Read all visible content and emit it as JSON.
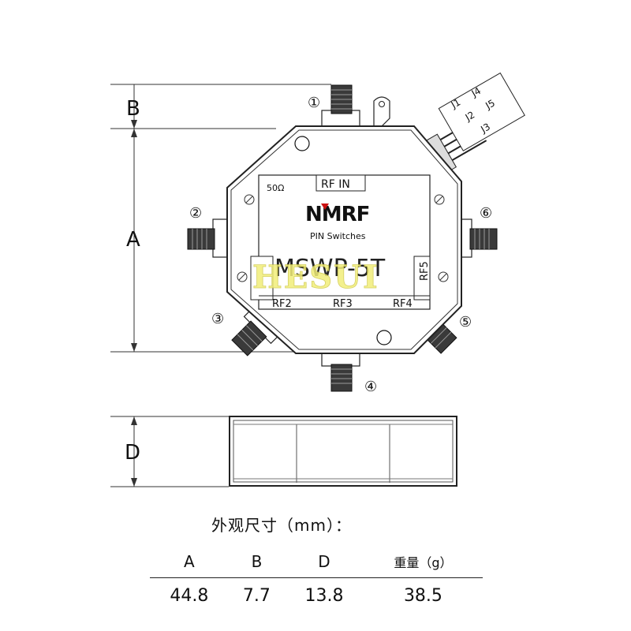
{
  "diagram": {
    "dimension_labels": {
      "a": "A",
      "b": "B",
      "d": "D"
    },
    "port_markers": [
      "①",
      "②",
      "③",
      "④",
      "⑤",
      "⑥"
    ],
    "control_pins": {
      "j1": "J1",
      "j2": "J2",
      "j3": "J3",
      "j4": "J4",
      "j5": "J5"
    },
    "label_plate": {
      "impedance": "50Ω",
      "rf_in": "RF IN",
      "brand": "NMRF",
      "subtitle": "PIN Switches",
      "model": "MSWP-5T",
      "rf2": "RF2",
      "rf3": "RF3",
      "rf4": "RF4",
      "rf5": "RF5"
    },
    "watermark": "HESUI"
  },
  "dimensions_table": {
    "title": "外观尺寸（mm）：",
    "headers": [
      "A",
      "B",
      "D",
      "重量（g）"
    ],
    "values": [
      "44.8",
      "7.7",
      "13.8",
      "38.5"
    ]
  },
  "colors": {
    "brand_accent": "#cc1111",
    "watermark": "#f2ee7a"
  }
}
